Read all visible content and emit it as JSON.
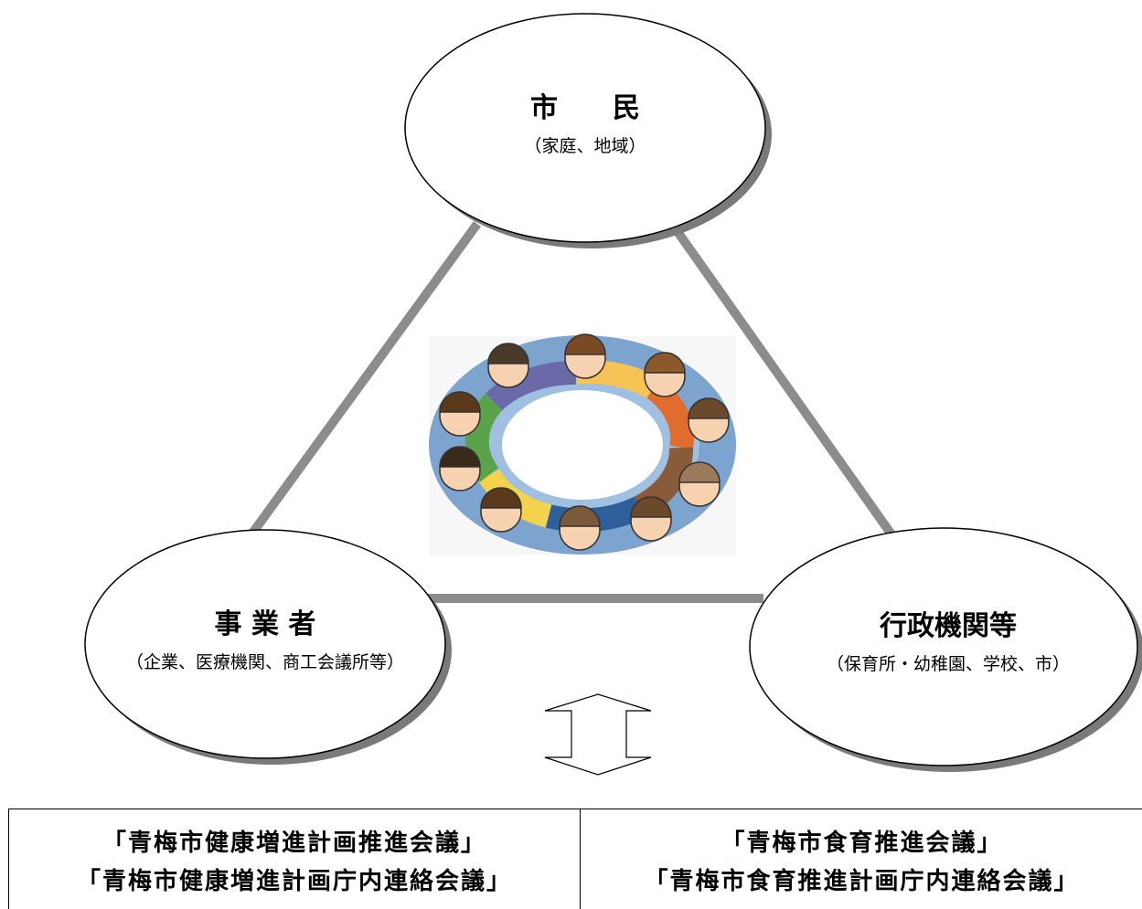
{
  "nodes": {
    "citizens": {
      "title": "市　　民",
      "subtitle": "（家庭、地域）"
    },
    "businesses": {
      "title": "事 業 者",
      "subtitle": "（企業、医療機関、商工会議所等）"
    },
    "government": {
      "title": "行政機関等",
      "subtitle": "（保育所・幼稚園、学校、市）"
    }
  },
  "center_illustration": {
    "icon": "people-holding-hands-circle-icon"
  },
  "connector": {
    "icon": "double-headed-arrow-icon"
  },
  "bottom_table": {
    "left": {
      "line1": "「青梅市健康増進計画推進会議」",
      "line2": "「青梅市健康増進計画庁内連絡会議」"
    },
    "right": {
      "line1": "「青梅市食育推進会議」",
      "line2": "「青梅市食育推進計画庁内連絡会議」"
    }
  },
  "colors": {
    "triangle_edge": "#8c8c8c",
    "ellipse_shadow": "#7a7a7a",
    "ring_outer": "#7da3cf",
    "ring_inner": "#ffffff"
  }
}
